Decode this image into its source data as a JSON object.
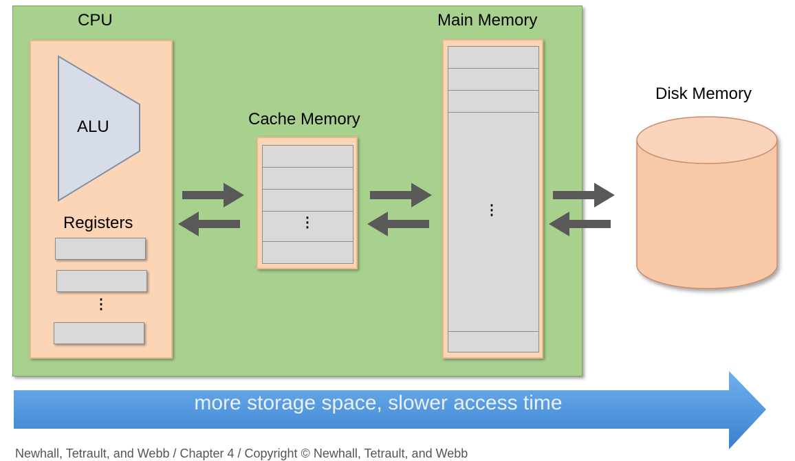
{
  "cpu": {
    "title": "CPU",
    "alu_label": "ALU",
    "registers_label": "Registers"
  },
  "cache": {
    "title": "Cache Memory"
  },
  "main_memory": {
    "title": "Main Memory"
  },
  "disk": {
    "title": "Disk Memory"
  },
  "bottom_arrow": {
    "text": "more storage space, slower access time"
  },
  "footer": {
    "text": "Newhall, Tetrault, and Webb / Chapter 4 / Copyright © Newhall, Tetrault, and Webb"
  },
  "colors": {
    "computer_box": "#a9d18e",
    "component_fill": "#fbd5b5",
    "slot_fill": "#d9d9d9",
    "alu_fill": "#d6dde8",
    "disk_fill": "#f8c9a8",
    "arrow_gray": "#595959",
    "big_arrow": "#4a90d9"
  }
}
